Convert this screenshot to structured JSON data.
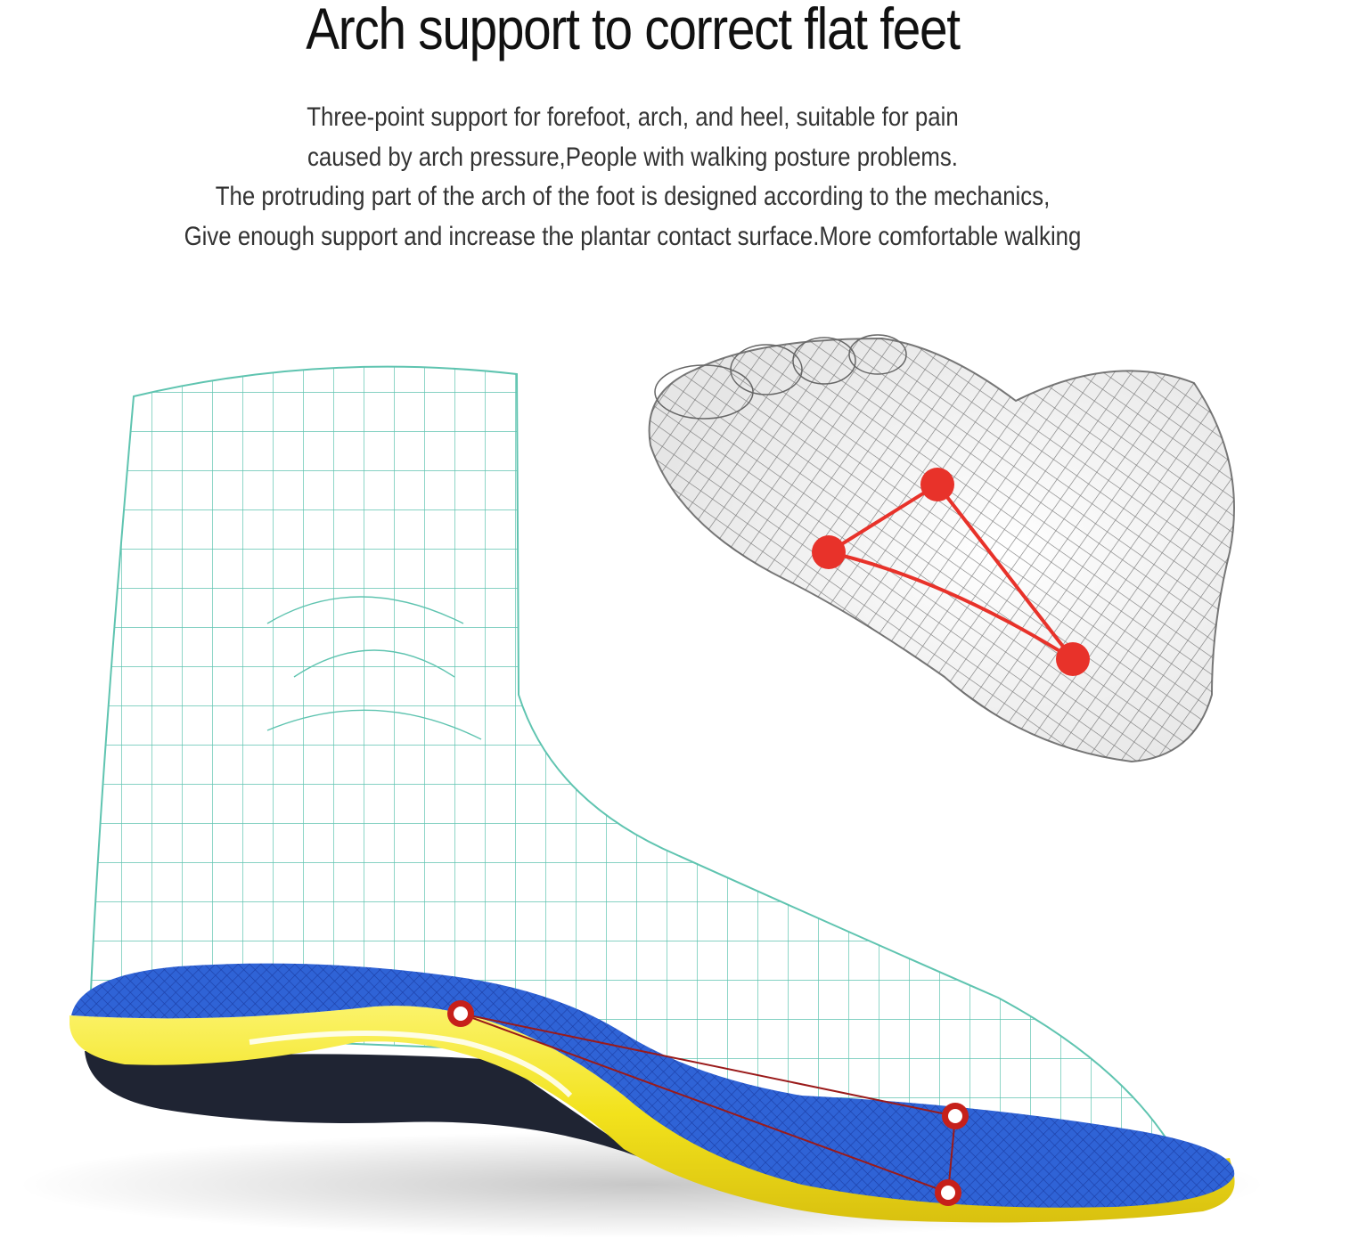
{
  "header": {
    "title": "Arch support to correct flat feet"
  },
  "description": {
    "lines": [
      "Three-point support for forefoot, arch, and heel, suitable for pain",
      "caused by arch pressure,People with walking posture problems.",
      "The protruding part of the arch of the foot is designed according to the mechanics,",
      "Give enough support and increase the plantar contact surface.More comfortable walking"
    ]
  },
  "illustration": {
    "foot_wireframe_color": "#5fc4b0",
    "sole_wireframe_color": "#555555",
    "support_point_color": "#e8322a",
    "insole_top_color": "#2f63d6",
    "insole_foam_color": "#f2e21c",
    "insole_base_color": "#1f2433",
    "support_points": [
      "forefoot",
      "arch",
      "heel"
    ]
  }
}
